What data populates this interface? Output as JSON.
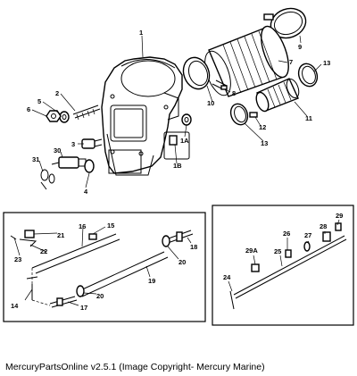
{
  "caption": "MercuryPartsOnline v2.5.1 (Image Copyright- Mercury Marine)",
  "parts": {
    "p1": "1",
    "p2": "2",
    "p3": "3",
    "p4": "4",
    "p5": "5",
    "p6": "6",
    "p7": "7",
    "p8": "8",
    "p9": "9",
    "p10": "10",
    "p11": "11",
    "p12": "12",
    "p13a": "13",
    "p13b": "13",
    "p1a": "1A",
    "p1b": "1B",
    "p14": "14",
    "p15": "15",
    "p16": "16",
    "p17": "17",
    "p18": "18",
    "p19": "19",
    "p20a": "20",
    "p20b": "20",
    "p21": "21",
    "p22": "22",
    "p23": "23",
    "p24": "24",
    "p25": "25",
    "p26": "26",
    "p27": "27",
    "p28": "28",
    "p29": "29",
    "p29a": "29A",
    "p30": "30",
    "p31": "31"
  }
}
